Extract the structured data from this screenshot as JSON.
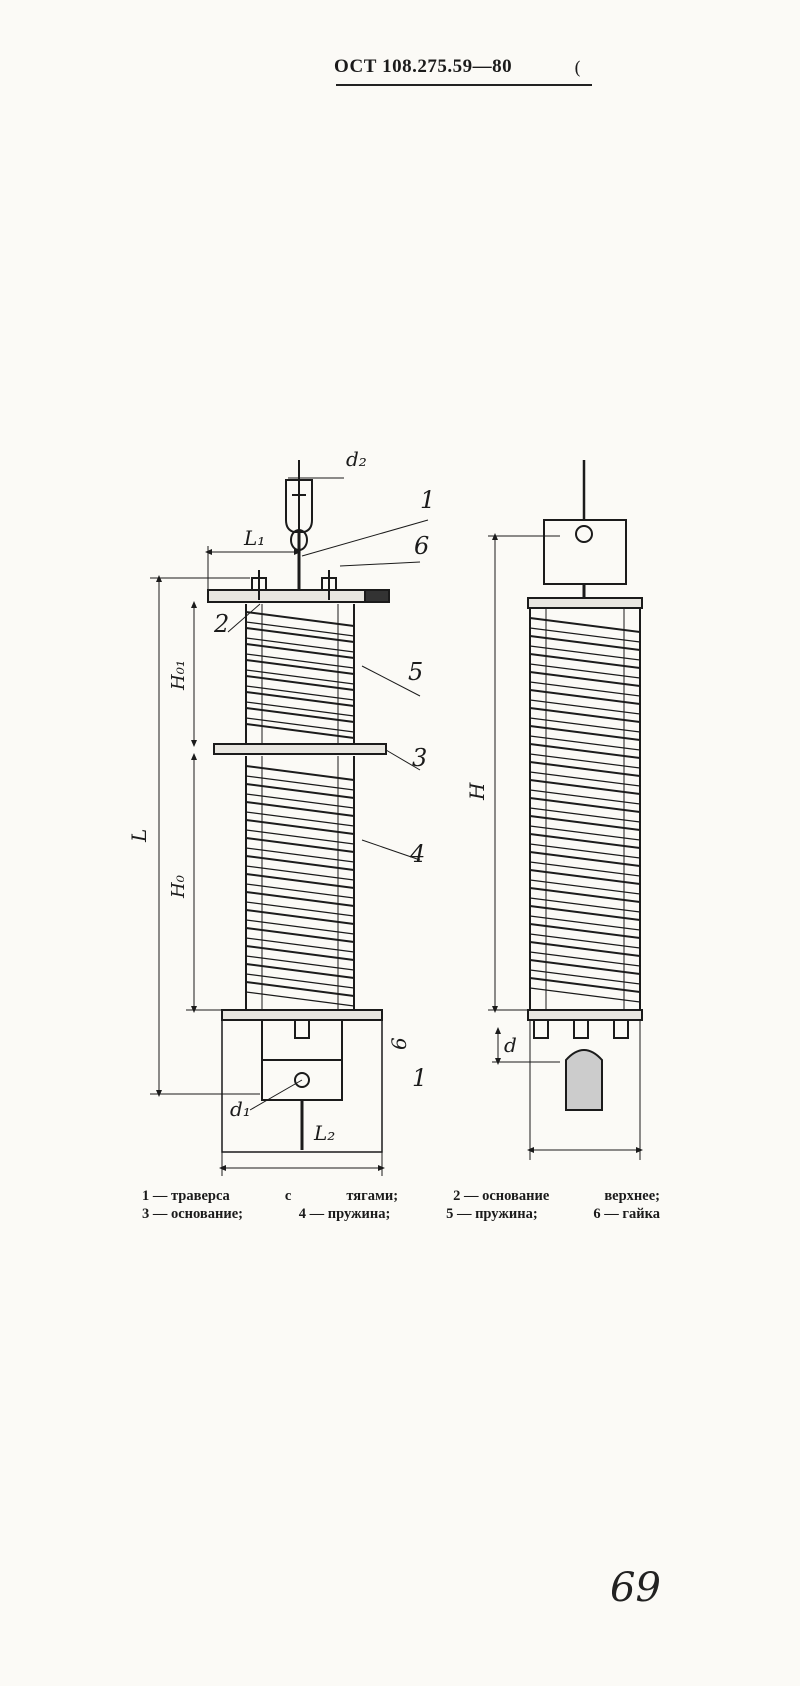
{
  "header": {
    "code": "ОСТ 108.275.59—80",
    "mark": "("
  },
  "drawing_labels": {
    "d2": "d₂",
    "L1": "L₁",
    "L": "L",
    "H01": "H₀₁",
    "H0": "H₀",
    "d1": "d₁",
    "L2": "L₂",
    "H": "H",
    "d": "d",
    "callouts": [
      "1",
      "6",
      "2",
      "5",
      "3",
      "4",
      "6",
      "1"
    ]
  },
  "caption": {
    "line1": [
      "1 — траверса",
      "с",
      "тягами;",
      "2 — основание",
      "верхнее;"
    ],
    "line2": [
      "3 — основание;",
      "4 — пружина;",
      "5 — пружина;",
      "6 — гайка"
    ]
  },
  "page_number": "69"
}
